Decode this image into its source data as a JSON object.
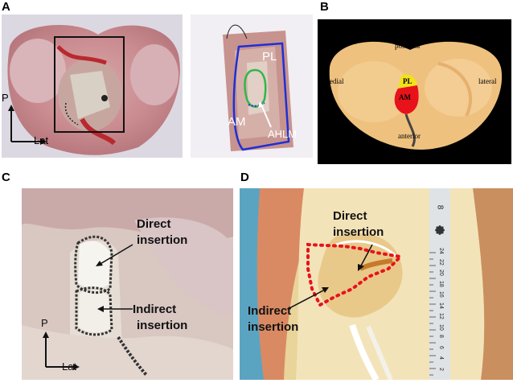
{
  "panels": {
    "A": {
      "letter": "A",
      "axis_p": "P",
      "axis_lat": "Lat",
      "labels": {
        "pl": "PL",
        "am": "AM",
        "ahlm": "AHLM"
      }
    },
    "B": {
      "letter": "B",
      "labels": {
        "posterior": "posterior",
        "anterior": "anterior",
        "medial": "medial",
        "lateral": "lateral",
        "pl": "PL",
        "am": "AM"
      }
    },
    "C": {
      "letter": "C",
      "axis_p": "P",
      "axis_lat": "Lat",
      "labels": {
        "direct_1": "Direct",
        "direct_2": "insertion",
        "indirect_1": "Indirect",
        "indirect_2": "insertion"
      }
    },
    "D": {
      "letter": "D",
      "labels": {
        "direct_1": "Direct",
        "direct_2": "insertion",
        "indirect_1": "Indirect",
        "indirect_2": "insertion"
      },
      "ruler_marks": [
        "24",
        "22",
        "20",
        "18",
        "16",
        "14",
        "12",
        "10",
        "8",
        "6",
        "4",
        "2"
      ],
      "ruler_top": "8"
    }
  },
  "colors": {
    "pl_region": "#f2e21a",
    "am_region": "#e8121a",
    "outline_blue": "#1f2fd6",
    "outline_green": "#2fb84a",
    "dot_red": "#e8121a"
  }
}
